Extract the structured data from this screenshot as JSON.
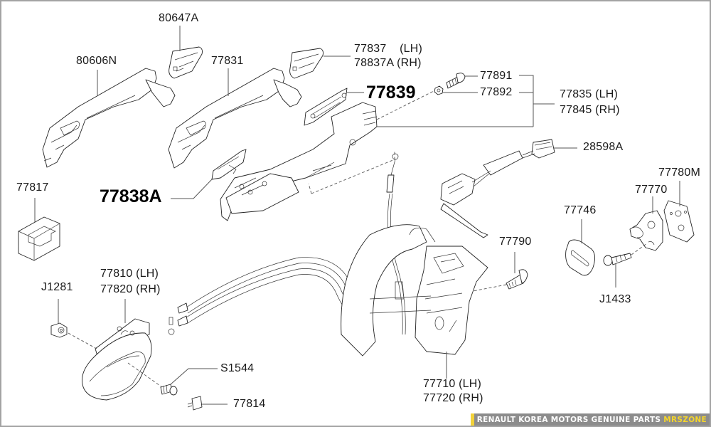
{
  "diagram": {
    "type": "exploded-parts-diagram",
    "subject": "Door handle, lock and striker assembly",
    "parts": [
      {
        "id": "p80647A",
        "number": "80647A",
        "side": ""
      },
      {
        "id": "p80606N",
        "number": "80606N",
        "side": ""
      },
      {
        "id": "p77831",
        "number": "77831",
        "side": ""
      },
      {
        "id": "p77837",
        "number": "77837",
        "side": "(LH)"
      },
      {
        "id": "p78837A",
        "number": "78837A",
        "side": "(RH)"
      },
      {
        "id": "p77839",
        "number": "77839",
        "side": "",
        "emphasis": "bold"
      },
      {
        "id": "p77891",
        "number": "77891",
        "side": ""
      },
      {
        "id": "p77892",
        "number": "77892",
        "side": ""
      },
      {
        "id": "p77835",
        "number": "77835",
        "side": "(LH)"
      },
      {
        "id": "p77845",
        "number": "77845",
        "side": "(RH)"
      },
      {
        "id": "p28598A",
        "number": "28598A",
        "side": ""
      },
      {
        "id": "p77838A",
        "number": "77838A",
        "side": "",
        "emphasis": "bold"
      },
      {
        "id": "p77817",
        "number": "77817",
        "side": ""
      },
      {
        "id": "p77780M",
        "number": "77780M",
        "side": ""
      },
      {
        "id": "p77770",
        "number": "77770",
        "side": ""
      },
      {
        "id": "p77746",
        "number": "77746",
        "side": ""
      },
      {
        "id": "p77790",
        "number": "77790",
        "side": ""
      },
      {
        "id": "pJ1433",
        "number": "J1433",
        "side": ""
      },
      {
        "id": "p77810",
        "number": "77810",
        "side": "(LH)"
      },
      {
        "id": "p77820",
        "number": "77820",
        "side": "(RH)"
      },
      {
        "id": "pJ1281",
        "number": "J1281",
        "side": ""
      },
      {
        "id": "pS1544",
        "number": "S1544",
        "side": ""
      },
      {
        "id": "p77814",
        "number": "77814",
        "side": ""
      },
      {
        "id": "p77710",
        "number": "77710",
        "side": "(LH)"
      },
      {
        "id": "p77720",
        "number": "77720",
        "side": "(RH)"
      }
    ]
  },
  "labels": {
    "l80647A": "80647A",
    "l80606N": "80606N",
    "l77831": "77831",
    "l77837": "77837    (LH)",
    "l78837A": "78837A (RH)",
    "l77839": "77839",
    "l77891": "77891",
    "l77892": "77892",
    "l77835": "77835 (LH)",
    "l77845": "77845 (RH)",
    "l28598A": "28598A",
    "l77838A": "77838A",
    "l77817": "77817",
    "l77780M": "77780M",
    "l77770": "77770",
    "l77746": "77746",
    "l77790": "77790",
    "lJ1433": "J1433",
    "l77810": "77810 (LH)",
    "l77820": "77820 (RH)",
    "lJ1281": "J1281",
    "lS1544": "S1544",
    "l77814": "77814",
    "l77710": "77710 (LH)",
    "l77720": "77720 (RH)"
  },
  "footer": {
    "text": "RENAULT KOREA MOTORS GENUINE PARTS",
    "brand": "MRSZONE",
    "accent_color": "#f2d23a",
    "background_color": "#8c8c8c"
  }
}
